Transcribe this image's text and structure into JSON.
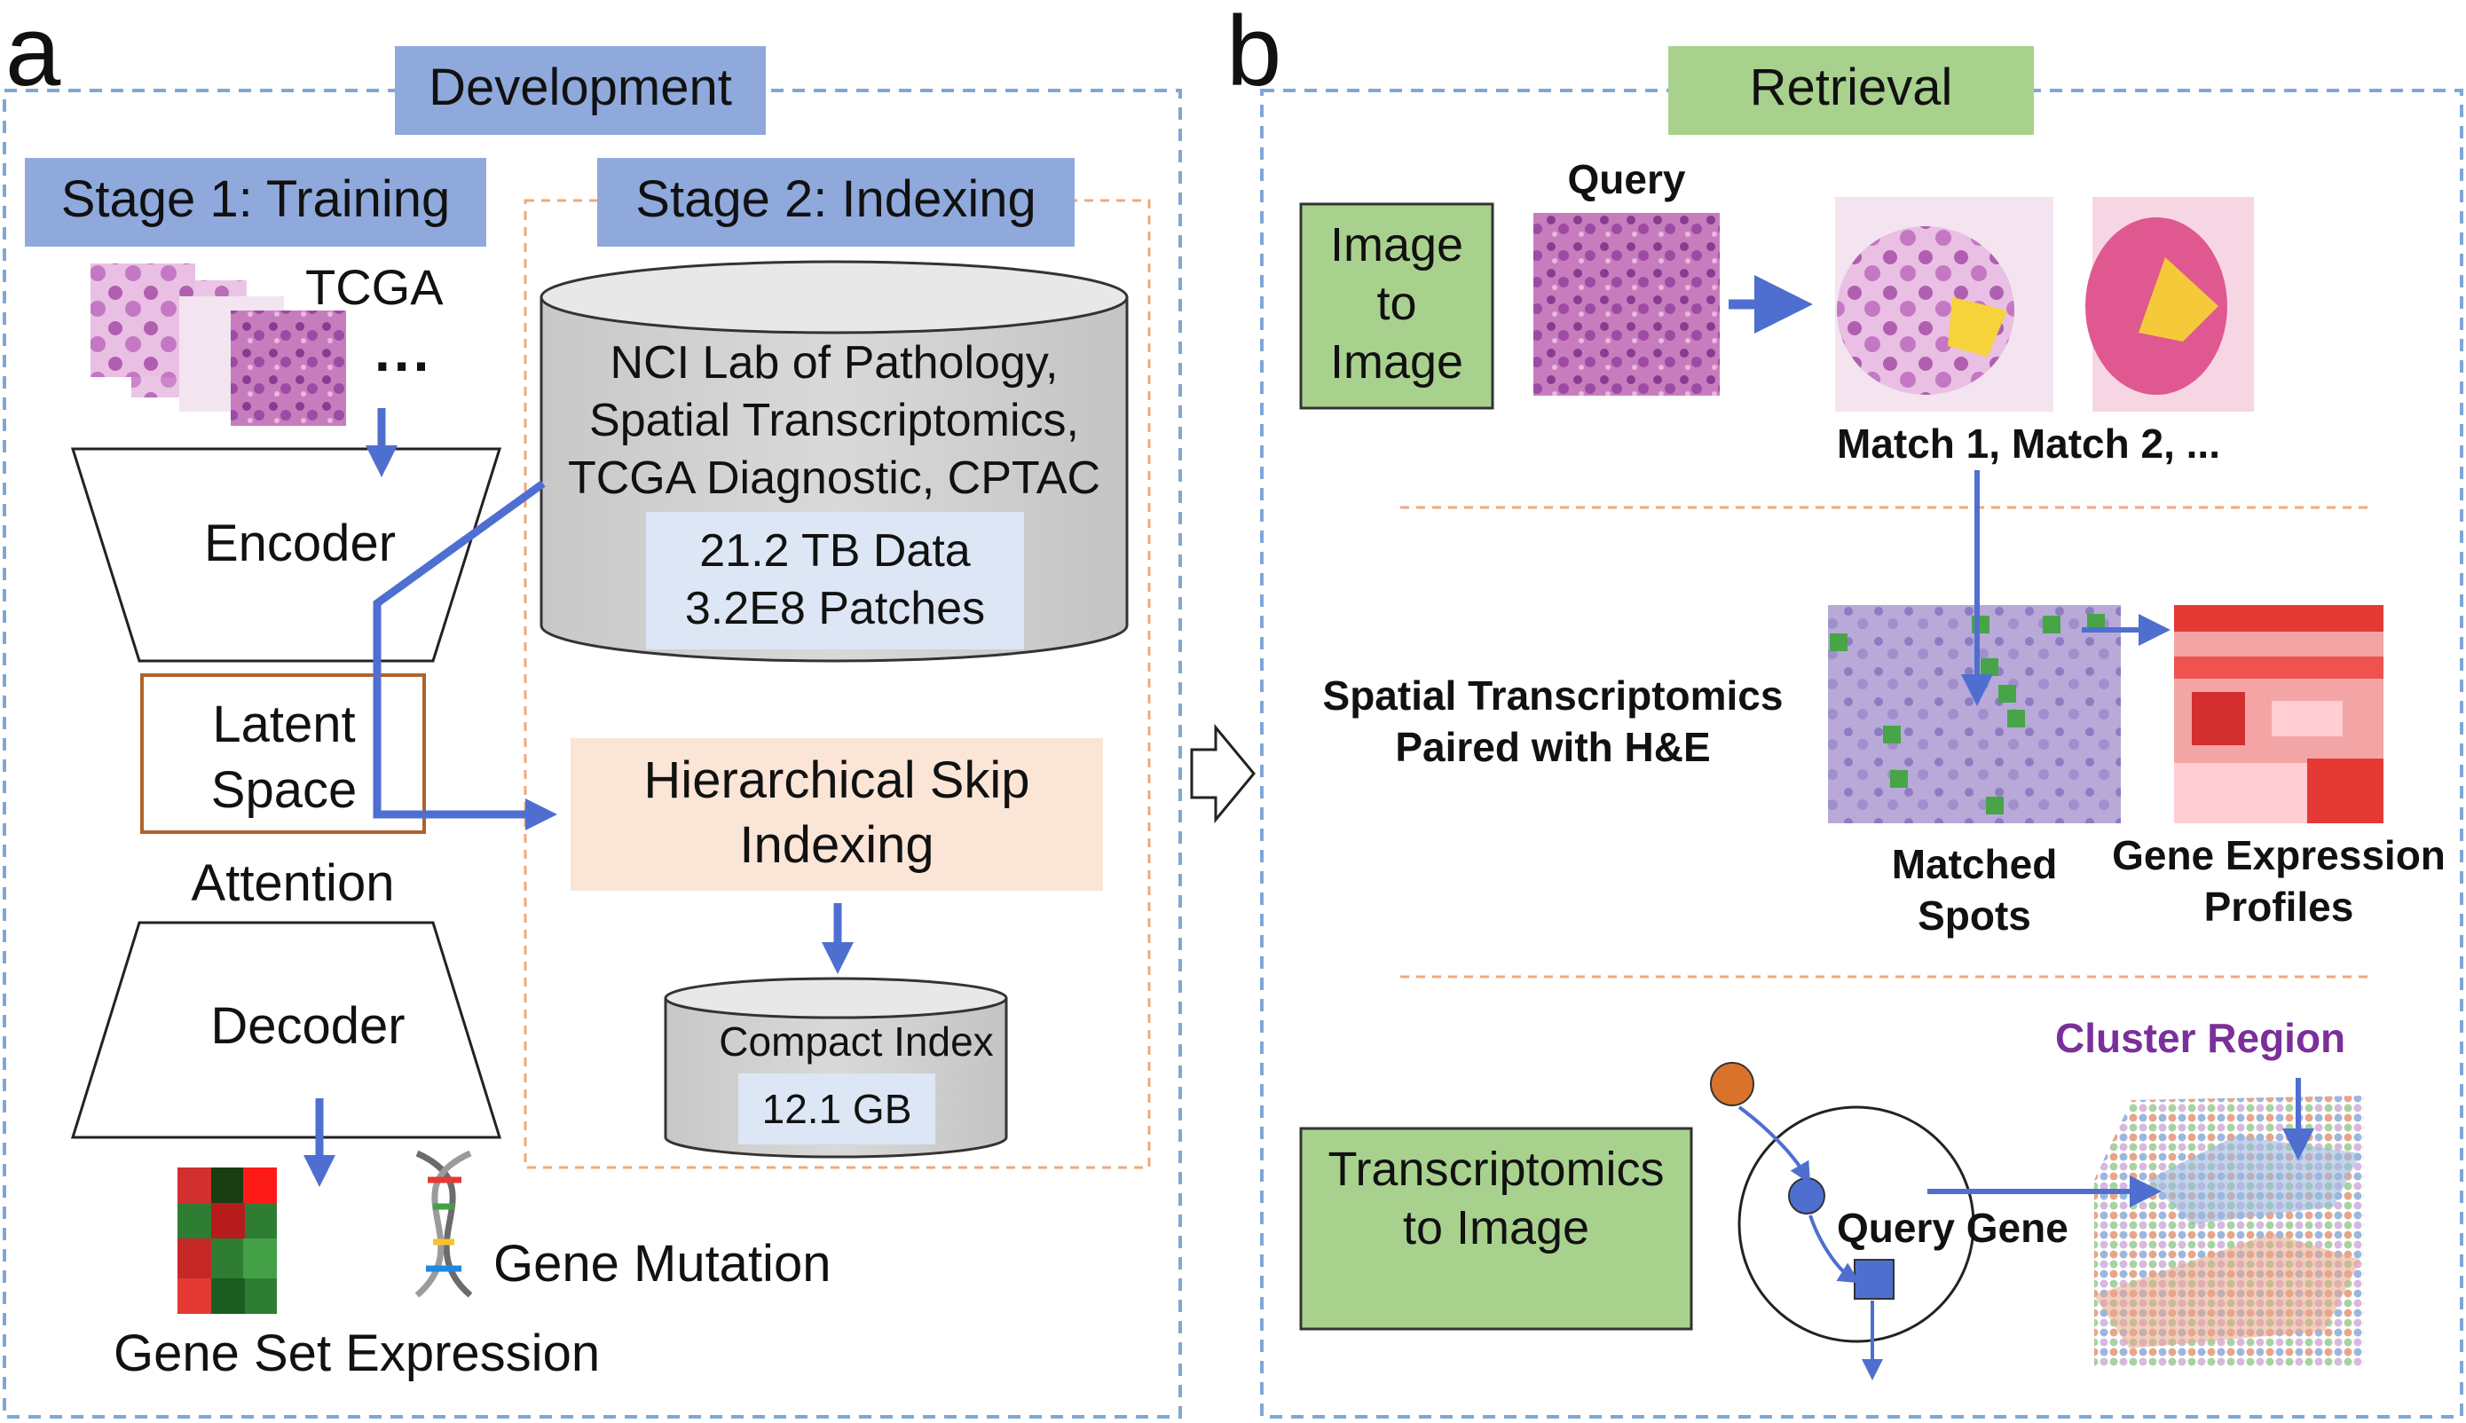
{
  "panel_a": {
    "letter": "a",
    "title": "Development",
    "stage1": {
      "title": "Stage 1: Training",
      "dataset": "TCGA",
      "ellipsis": "...",
      "encoder": "Encoder",
      "latent": "Latent Space",
      "attention": "Attention",
      "decoder": "Decoder",
      "outputs": [
        "Gene Mutation",
        "Gene Set Expression"
      ]
    },
    "stage2": {
      "title": "Stage 2: Indexing",
      "database": [
        "NCI Lab of Pathology,",
        "Spatial Transcriptomics,",
        "TCGA Diagnostic, CPTAC"
      ],
      "stats": [
        "21.2 TB Data",
        "3.2E8 Patches"
      ],
      "indexing": "Hierarchical Skip Indexing",
      "compact_index": "Compact Index",
      "index_size": "12.1 GB"
    }
  },
  "panel_b": {
    "letter": "b",
    "title": "Retrieval",
    "image_to_image": {
      "label": "Image to Image",
      "query": "Query",
      "matches": "Match 1, Match 2, ..."
    },
    "spatial": {
      "label": "Spatial Transcriptomics Paired with H&E",
      "matched_spots": "Matched Spots",
      "profiles": "Gene Expression Profiles"
    },
    "transcriptomics_to_image": {
      "label": "Transcriptomics to Image",
      "query_gene": "Query Gene",
      "cluster_region": "Cluster Region"
    }
  },
  "colors": {
    "dashed_border": "#7fa7d6",
    "arrow": "#4f6fd0",
    "stage_header": "#8fa9dc",
    "retrieval_header": "#a9d18e",
    "indexing_box": "#fbe5d6",
    "latent_border": "#b0622b",
    "cluster_text": "#7a2f9a"
  }
}
